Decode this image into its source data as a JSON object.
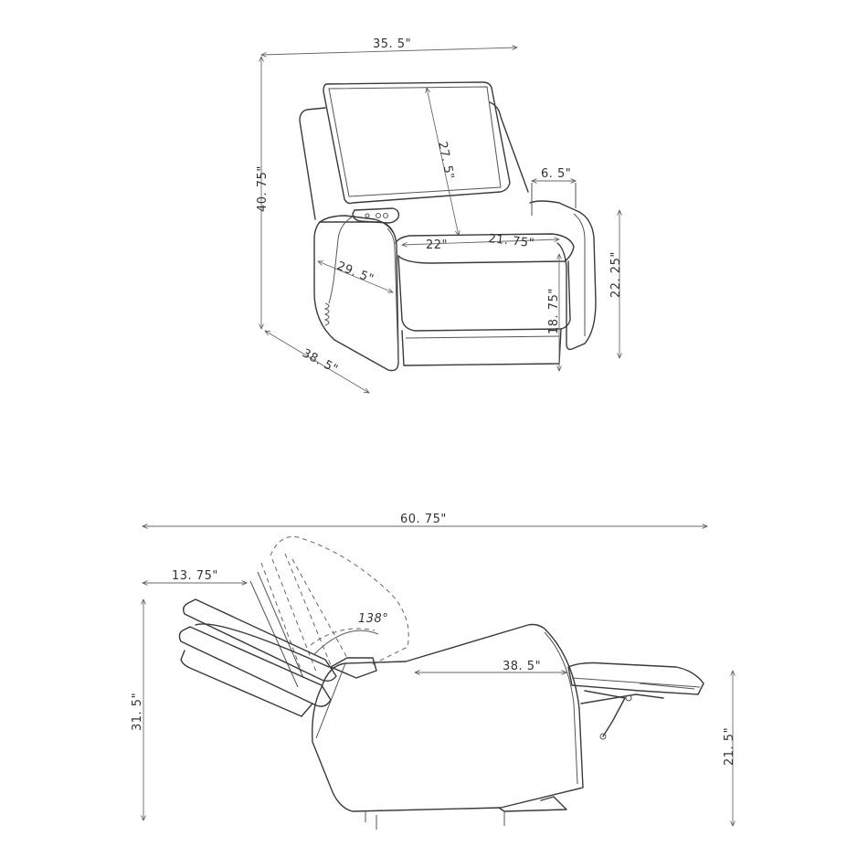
{
  "front_view": {
    "overall_width": "35. 5\"",
    "overall_height": "40. 75\"",
    "overall_depth": "38. 5\"",
    "back_height": "27. 5\"",
    "arm_width": "6. 5\"",
    "arm_height": "22. 25\"",
    "seat_width": "22\"",
    "seat_depth_front": "21. 75\"",
    "seat_depth": "29. 5\"",
    "seat_height": "18. 75\""
  },
  "side_view": {
    "reclined_length": "60. 75\"",
    "headrest_offset": "13. 75\"",
    "recline_angle": "138°",
    "seat_depth": "38. 5\"",
    "reclined_height": "31. 5\"",
    "footrest_height": "21. 5\""
  },
  "colors": {
    "line": "#3a3a3a",
    "text": "#333333",
    "background": "#ffffff"
  }
}
